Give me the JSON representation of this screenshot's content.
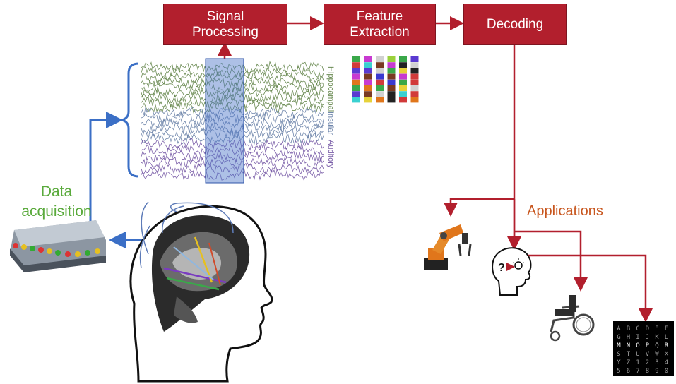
{
  "pipeline": {
    "signal_processing": "Signal\nProcessing",
    "feature_extraction": "Feature\nExtraction",
    "decoding": "Decoding"
  },
  "labels": {
    "data_acquisition": "Data\nacquisition",
    "applications": "Applications"
  },
  "channel_groups": [
    {
      "name": "Hippocampal",
      "color": "#6a8a52"
    },
    {
      "name": "Insular",
      "color": "#6f86ab"
    },
    {
      "name": "Auditory",
      "color": "#7a5ea8"
    }
  ],
  "speller": {
    "rows": [
      [
        "A",
        "B",
        "C",
        "D",
        "E",
        "F"
      ],
      [
        "G",
        "H",
        "I",
        "J",
        "K",
        "L"
      ],
      [
        "M",
        "N",
        "O",
        "P",
        "Q",
        "R"
      ],
      [
        "S",
        "T",
        "U",
        "V",
        "W",
        "X"
      ],
      [
        "Y",
        "Z",
        "1",
        "2",
        "3",
        "4"
      ],
      [
        "5",
        "6",
        "7",
        "8",
        "9",
        "0"
      ]
    ]
  },
  "colors": {
    "pipeline_red": "#b21f2d",
    "acquisition_blue": "#3b6fc6",
    "acquisition_green": "#5aaa3c",
    "applications_orange": "#c8561e"
  }
}
